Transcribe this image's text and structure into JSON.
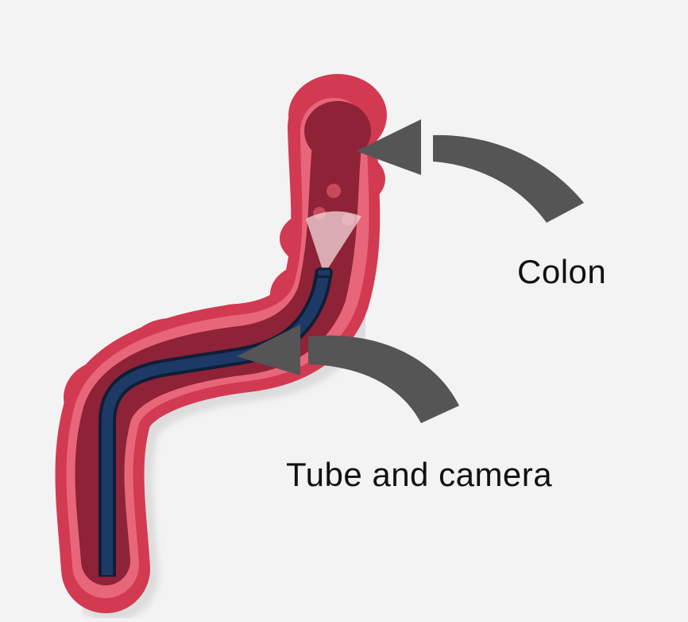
{
  "labels": {
    "colon": "Colon",
    "tube": "Tube and camera"
  },
  "colors": {
    "background": "#f3f3f3",
    "colon_outer": "#d23a52",
    "colon_rim": "#e8667a",
    "colon_inner": "#8e2236",
    "scope": "#1d3a66",
    "scope_outline": "#0f1e36",
    "arrow": "#555555",
    "text": "#111111"
  },
  "icons": {
    "organ": "colon-illustration",
    "instrument": "colonoscope-illustration",
    "pointer": "curved-arrow"
  }
}
